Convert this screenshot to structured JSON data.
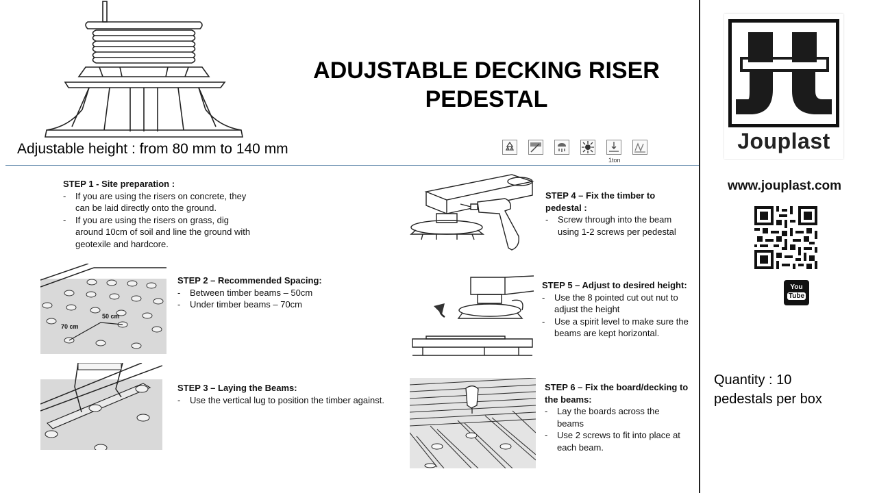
{
  "title_line1": "ADUJSTABLE DECKING RISER",
  "title_line2": "PEDESTAL",
  "height_text": "Adjustable height : from 80 mm to 140 mm",
  "load_caption": "1ton",
  "icons": [
    "recycle-icon",
    "flexible-icon",
    "rain-icon",
    "sun-frost-icon",
    "load-icon",
    "slip-icon"
  ],
  "steps": [
    {
      "heading": "STEP 1 - Site preparation :",
      "bullets": [
        "If you are using the risers on concrete, they can be laid directly onto the ground.",
        "If you are using the risers on grass, dig around 10cm of soil and line the ground with geotexile and hardcore."
      ]
    },
    {
      "heading": "STEP 2 – Recommended Spacing:",
      "bullets": [
        "Between timber beams – 50cm",
        "Under timber beams – 70cm"
      ]
    },
    {
      "heading": "STEP 3 – Laying the Beams:",
      "bullets": [
        "Use the vertical lug to position the timber against."
      ]
    },
    {
      "heading": "STEP 4 – Fix the timber to pedestal :",
      "bullets": [
        "Screw through into the beam using 1-2 screws per pedestal"
      ]
    },
    {
      "heading": "STEP 5 – Adjust to desired height:",
      "bullets": [
        "Use the 8 pointed cut out nut to adjust the height",
        "Use a spirit level to make sure the beams are kept horizontal."
      ]
    },
    {
      "heading": "STEP 6 – Fix the board/decking to the beams:",
      "bullets": [
        "Lay the boards across the beams",
        "Use 2 screws to fit into place at each beam."
      ]
    }
  ],
  "spacing_labels": {
    "a": "50 cm",
    "b": "70 cm"
  },
  "brand": {
    "name": "Jouplast",
    "website": "www.jouplast.com",
    "youtube_line1": "You",
    "youtube_line2": "Tube"
  },
  "quantity_line1": "Quantity : 10",
  "quantity_line2": "pedestals per box",
  "colors": {
    "rule": "#6a8fb0",
    "ink": "#111111"
  }
}
